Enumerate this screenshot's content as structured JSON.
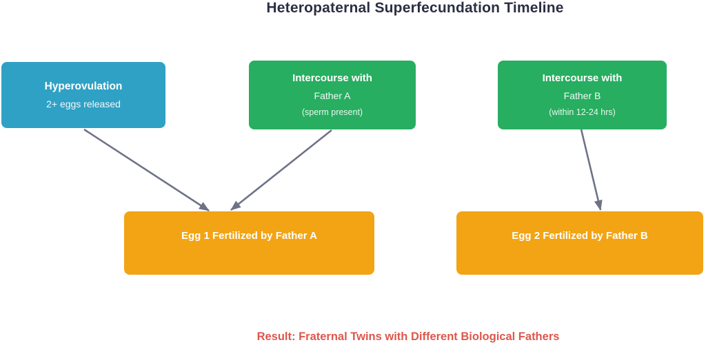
{
  "title": "Heteropaternal Superfecundation Timeline",
  "result_text": "Result: Fraternal Twins with Different Biological Fathers",
  "nodes": {
    "hyperovulation": {
      "title": "Hyperovulation",
      "subtitle": "2+ eggs released",
      "color": "#2FA1C5"
    },
    "intercourse_a": {
      "title": "Intercourse with",
      "subtitle": "Father A",
      "note": "(sperm present)",
      "color": "#27AE60"
    },
    "intercourse_b": {
      "title": "Intercourse with",
      "subtitle": "Father B",
      "note": "(within 12-24 hrs)",
      "color": "#27AE60"
    },
    "egg1": {
      "title": "Egg 1 Fertilized by Father A",
      "color": "#F2A414"
    },
    "egg2": {
      "title": "Egg 2 Fertilized by Father B",
      "color": "#F2A414"
    }
  },
  "edges": [
    {
      "from": "hyperovulation",
      "to": "egg1"
    },
    {
      "from": "intercourse_a",
      "to": "egg1"
    },
    {
      "from": "intercourse_b",
      "to": "egg2"
    }
  ],
  "colors": {
    "arrow": "#6E7287",
    "title_text": "#2B2F42",
    "result_text": "#DD574C",
    "node_text": "#FFFFFF",
    "background": "#FFFFFF"
  }
}
